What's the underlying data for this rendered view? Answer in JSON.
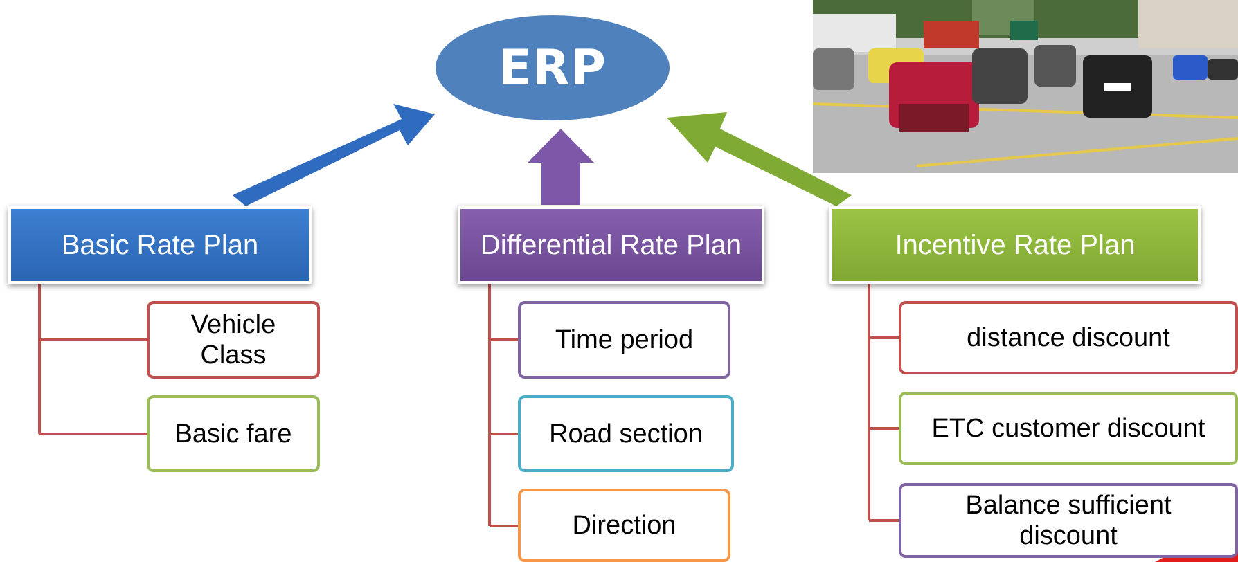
{
  "erp": {
    "label": "ERP",
    "color": "#4f81bd"
  },
  "photo": {
    "description_icon": "traffic-photo"
  },
  "plans": {
    "basic": {
      "title": "Basic Rate Plan",
      "color": "#2e6fc0",
      "items": [
        "Vehicle Class",
        "Basic fare"
      ]
    },
    "differential": {
      "title": "Differential Rate Plan",
      "color": "#7451a0",
      "items": [
        "Time period",
        "Road section",
        "Direction"
      ]
    },
    "incentive": {
      "title": "Incentive Rate Plan",
      "color": "#8cb63c",
      "items": [
        "distance discount",
        "ETC customer discount",
        "Balance sufficient discount"
      ]
    }
  },
  "connector_color": "#c0504d",
  "accent_red": "#e21b1b"
}
